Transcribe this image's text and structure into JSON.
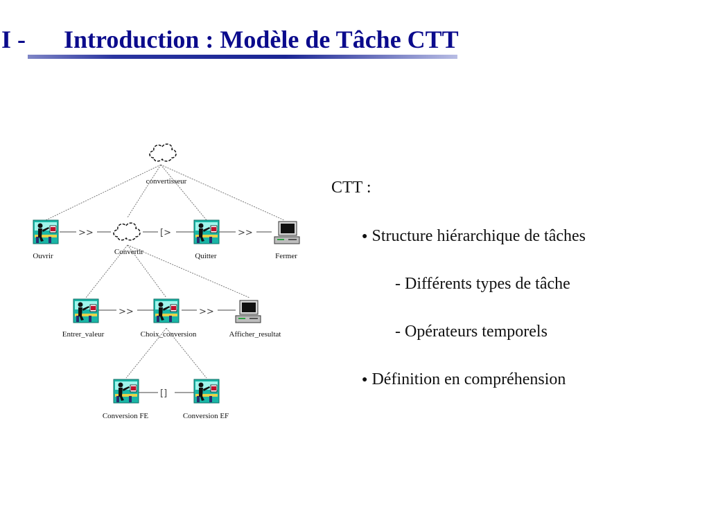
{
  "header": {
    "section_number": "I -",
    "title": "Introduction : Modèle de Tâche CTT"
  },
  "diagram": {
    "nodes": {
      "root": "convertisseur",
      "ouvrir": "Ouvrir",
      "convertir": "Convertir",
      "quitter": "Quitter",
      "fermer": "Fermer",
      "entrer_valeur": "Entrer_valeur",
      "choix_conversion": "Choix_conversion",
      "afficher_resultat": "Afficher_resultat",
      "conversion_fe": "Conversion  FE",
      "conversion_ef": "Conversion  EF"
    },
    "operators": {
      "enabling": ">>",
      "disabling": "[>",
      "choice": "[]"
    }
  },
  "content": {
    "heading": "CTT :",
    "bullets": [
      "Structure hiérarchique de tâches",
      "Définition en compréhension"
    ],
    "subitems": [
      "- Différents types de tâche",
      "- Opérateurs temporels"
    ]
  }
}
